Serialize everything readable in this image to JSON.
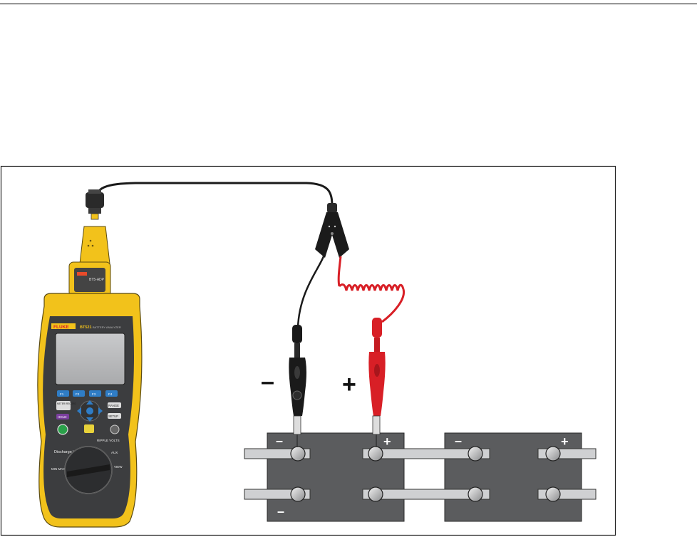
{
  "figure": {
    "polarity_negative": "–",
    "polarity_positive": "+",
    "meter": {
      "brand": "FLUKE",
      "model": "BT521",
      "model_subtitle": "BATTERY ANALYZER",
      "adapter_label": "BT5-ADP",
      "softkeys": [
        "F1",
        "F2",
        "F3",
        "F4"
      ],
      "buttons": {
        "meter_mode": "METER/ RECORD",
        "hold": "HOLD",
        "range": "RANGE",
        "setup": "SETUP"
      },
      "dial_labels": {
        "discharge": "Discharge VOLTS",
        "ripple": "RIPPLE VOLTS",
        "aux": "AUX",
        "view": "VIEW",
        "mins": "MIN MAX"
      }
    },
    "battery_terminal_signs": {
      "b1_top_left": "–",
      "b1_top_right": "+",
      "b1_bottom_left": "–",
      "b2_top_left": "–",
      "b2_top_right": "+"
    },
    "colors": {
      "meter_yellow": "#f2c21b",
      "battery_gray": "#5b5c5e",
      "probe_red": "#d81f26",
      "probe_black": "#1a1a1a",
      "strap_gray": "#cfd0d2"
    }
  }
}
